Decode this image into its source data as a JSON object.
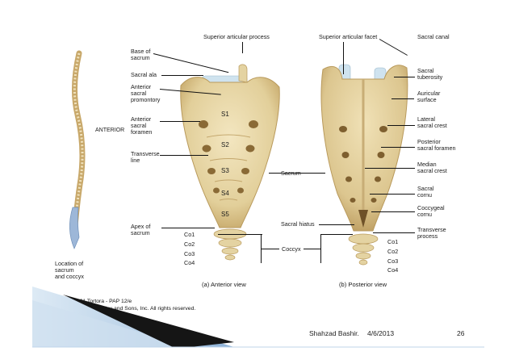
{
  "figure": {
    "labels": {
      "superior_articular_process": "Superior articular process",
      "superior_articular_facet": "Superior articular facet",
      "sacral_canal": "Sacral canal",
      "base_of_sacrum": "Base of\nsacrum",
      "sacral_ala": "Sacral ala",
      "anterior_sacral_promontory": "Anterior\nsacral\npromontory",
      "anterior_sacral_foramen": "Anterior\nsacral\nforamen",
      "transverse_line": "Transverse\nline",
      "apex_of_sacrum": "Apex of\nsacrum",
      "sacral_tuberosity": "Sacral\ntuberosity",
      "auricular_surface": "Auricular\nsurface",
      "lateral_sacral_crest": "Lateral\nsacral crest",
      "posterior_sacral_foramen": "Posterior\nsacral foramen",
      "median_sacral_crest": "Median\nsacral crest",
      "sacral_cornu": "Sacral\ncornu",
      "coccygeal_cornu": "Coccygeal\ncornu",
      "transverse_process": "Transverse\nprocess",
      "sacrum": "Sacrum",
      "sacral_hiatus": "Sacral hiatus",
      "coccyx": "Coccyx",
      "anterior": "ANTERIOR",
      "location": "Location of\nsacrum\nand coccyx",
      "segments": [
        "S1",
        "S2",
        "S3",
        "S4",
        "S5"
      ],
      "coccyx_left": [
        "Co1",
        "Co2",
        "Co3",
        "Co4"
      ],
      "coccyx_right": [
        "Co1",
        "Co2",
        "Co3",
        "Co4"
      ],
      "anterior_view": "(a) Anterior view",
      "posterior_view": "(b) Posterior view"
    },
    "caption": {
      "line1": "Figure 07.21  Tortora - PAP 12/e",
      "line2": "Copyright © John Wiley and Sons, Inc. All rights reserved."
    }
  },
  "footer": {
    "author": "Shahzad Bashir.",
    "date": "4/6/2013",
    "page": "26"
  },
  "colors": {
    "bone": "#e7d6a6",
    "bone_shadow": "#b99a5c",
    "cartilage": "#cfe3ef",
    "accent_blue": "#1f6fb4"
  }
}
